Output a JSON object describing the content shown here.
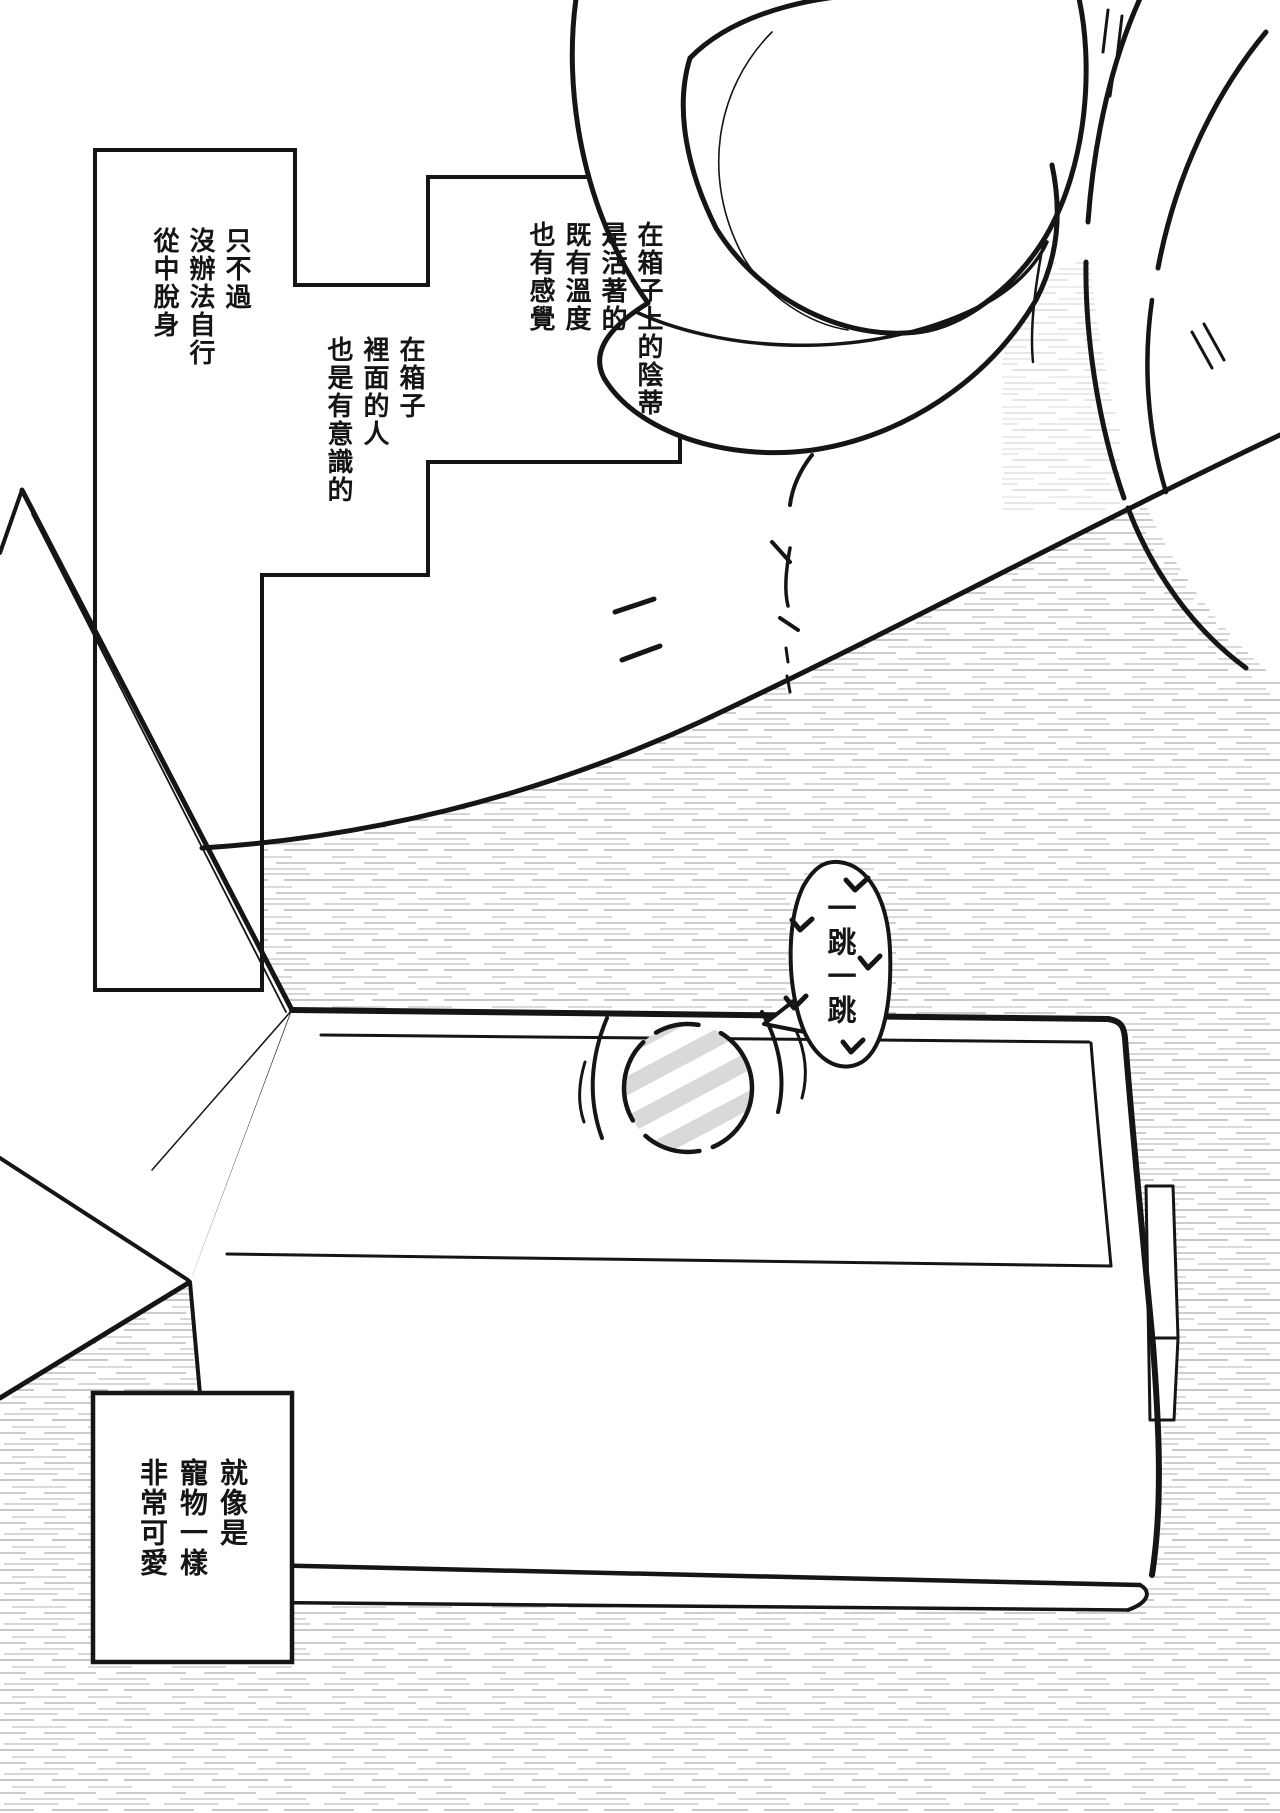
{
  "narration": {
    "top_right": "在箱子上的陰蒂\n是活著的\n既有溫度\n也有感覺",
    "middle": "在箱子\n裡面的人\n也是有意識的",
    "left": "只不過\n沒辦法自行\n從中脫身",
    "bottom_caption": "就像是\n寵物一樣\n非常可愛"
  },
  "sfx": {
    "bubble": "一跳一跳"
  },
  "colors": {
    "ink": "#151515",
    "paper": "#ffffff",
    "ball_stripe": "#d9d9d9"
  }
}
